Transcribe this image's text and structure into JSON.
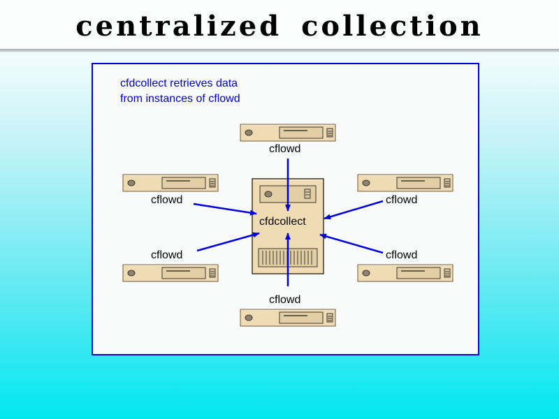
{
  "slide": {
    "title": "centralized  collection"
  },
  "diagram": {
    "caption_lines": [
      "cfdcollect retrieves data",
      "from instances of cflowd"
    ],
    "collector_label": "cfdcollect",
    "node_labels": {
      "top": "cflowd",
      "upper_left": "cflowd",
      "upper_right": "cflowd",
      "lower_left": "cflowd",
      "lower_right": "cflowd",
      "bottom": "cflowd"
    },
    "colors": {
      "panel_border": "#0000dd",
      "arrow": "#0000dd",
      "caption_text": "#0000cc",
      "server_body": "#f0dcb4"
    }
  }
}
